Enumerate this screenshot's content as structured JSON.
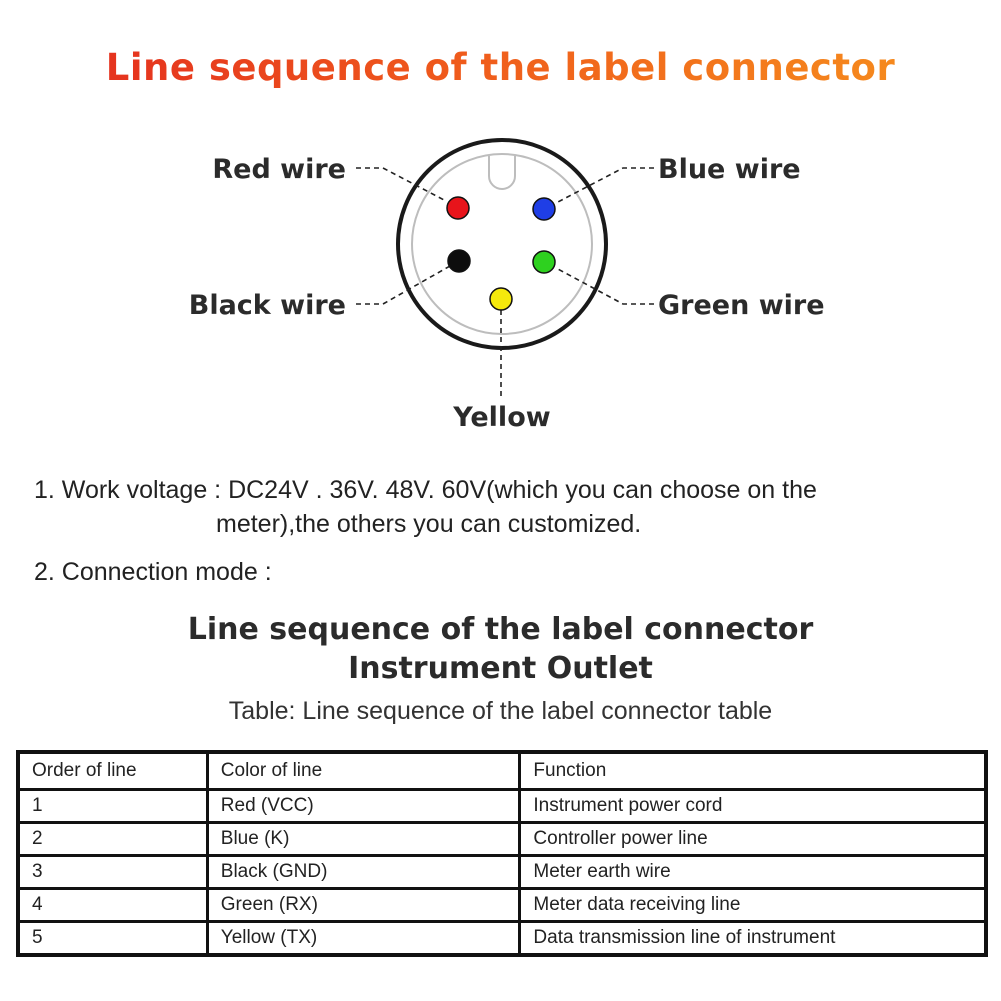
{
  "title": "Line sequence of the label connector",
  "diagram": {
    "labels": {
      "red": "Red wire",
      "blue": "Blue wire",
      "black": "Black wire",
      "green": "Green wire",
      "yellow": "Yellow"
    },
    "pin_colors": {
      "red": "#e8141b",
      "blue": "#1f3ee6",
      "black": "#0d0d0d",
      "green": "#2ed11f",
      "yellow": "#f5e90c"
    }
  },
  "notes": {
    "voltage_line1": "1. Work voltage : DC24V . 36V. 48V. 60V(which you can choose on the",
    "voltage_line2": "meter),the others you can customized.",
    "connection_mode": "2. Connection mode :"
  },
  "section": {
    "heading1": "Line sequence of the label connector",
    "heading2": "Instrument Outlet",
    "caption": "Table: Line sequence of the label connector table"
  },
  "table": {
    "headers": [
      "Order of line",
      "Color of line",
      "Function"
    ],
    "rows": [
      [
        "1",
        "Red (VCC)",
        "Instrument power cord"
      ],
      [
        "2",
        "Blue (K)",
        "Controller power line"
      ],
      [
        "3",
        "Black (GND)",
        "Meter earth wire"
      ],
      [
        "4",
        "Green (RX)",
        "Meter data receiving line"
      ],
      [
        "5",
        "Yellow (TX)",
        "Data transmission line of instrument"
      ]
    ]
  }
}
